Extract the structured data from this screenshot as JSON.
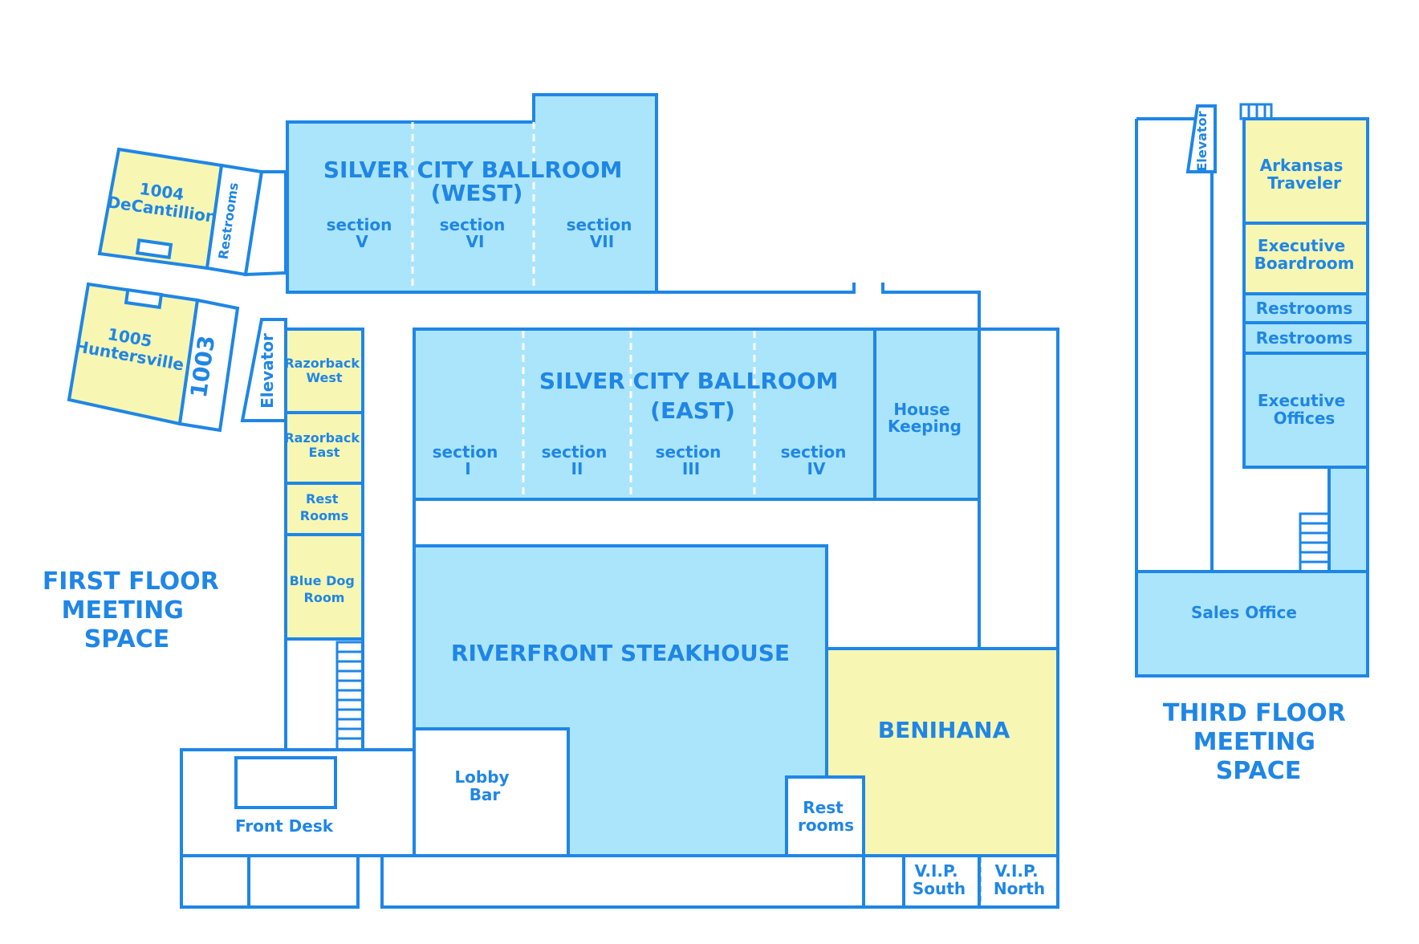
{
  "floor_titles": {
    "first": [
      "FIRST FLOOR",
      "MEETING",
      "SPACE"
    ],
    "third": [
      "THIRD FLOOR",
      "MEETING",
      "SPACE"
    ]
  },
  "rooms": {
    "west_ballroom": [
      "SILVER CITY BALLROOM",
      "(WEST)"
    ],
    "west_sections": [
      [
        "section",
        "V"
      ],
      [
        "section",
        "VI"
      ],
      [
        "section",
        "VII"
      ]
    ],
    "east_ballroom": [
      "SILVER CITY BALLROOM",
      "(EAST)"
    ],
    "east_sections": [
      [
        "section",
        "I"
      ],
      [
        "section",
        "II"
      ],
      [
        "section",
        "III"
      ],
      [
        "section",
        "IV"
      ]
    ],
    "house_keeping": [
      "House",
      "Keeping"
    ],
    "room_1004": [
      "1004",
      "DeCantillion"
    ],
    "restrooms_west": "Restrooms",
    "room_1005": [
      "1005",
      "Huntersville"
    ],
    "room_1003": "1003",
    "elevator": "Elevator",
    "razorback_west": [
      "Razorback",
      "West"
    ],
    "razorback_east": [
      "Razorback",
      "East"
    ],
    "rest_rooms_first": [
      "Rest",
      "Rooms"
    ],
    "blue_dog": [
      "Blue Dog",
      "Room"
    ],
    "steakhouse": "RIVERFRONT STEAKHOUSE",
    "lobby_bar": [
      "Lobby",
      "Bar"
    ],
    "benihana": "BENIHANA",
    "rest_rooms_benihana": [
      "Rest",
      "rooms"
    ],
    "front_desk": "Front Desk",
    "vip_south": [
      "V.I.P.",
      "South"
    ],
    "vip_north": [
      "V.I.P.",
      "North"
    ]
  },
  "third_floor_rooms": {
    "elevator": "Elevator",
    "arkansas_traveler": [
      "Arkansas",
      "Traveler"
    ],
    "executive_boardroom": [
      "Executive",
      "Boardroom"
    ],
    "restrooms_1": "Restrooms",
    "restrooms_2": "Restrooms",
    "executive_offices": [
      "Executive",
      "Offices"
    ],
    "sales_office": "Sales Office"
  },
  "colors": {
    "outline": "#1f86e6",
    "meeting_blue": "#abe5fb",
    "meeting_yellow": "#f7f6b3"
  }
}
